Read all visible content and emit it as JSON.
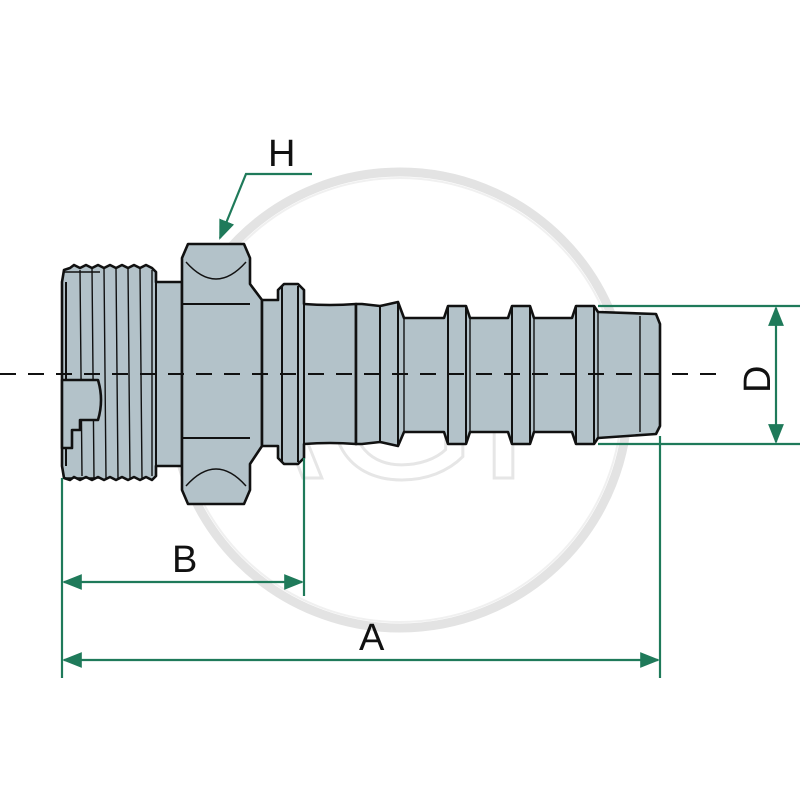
{
  "labels": {
    "hex": "H",
    "thread_length": "B",
    "overall_length": "A",
    "hose_diameter": "D"
  },
  "watermark": "AGP",
  "colors": {
    "part_fill": "#b3c2c9",
    "outline": "#111111",
    "dimension_lines": "#1f7a5a",
    "watermark": "#e3e3e3"
  }
}
